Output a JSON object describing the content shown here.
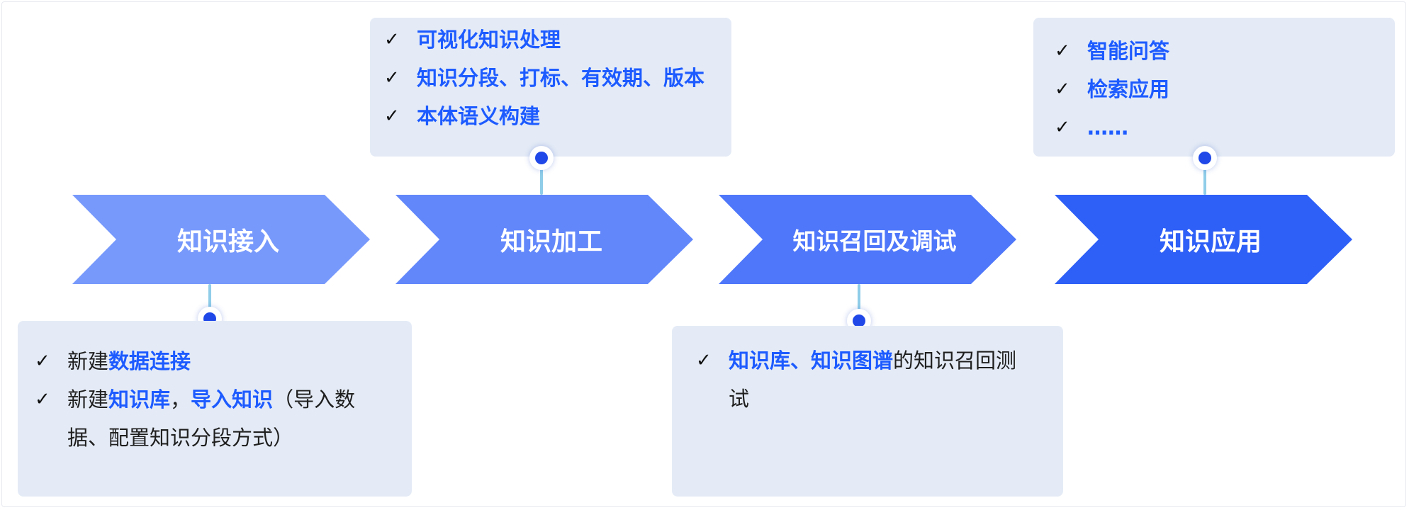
{
  "steps": [
    {
      "label": "知识接入",
      "color": "#7799fc"
    },
    {
      "label": "知识加工",
      "color": "#6287fb"
    },
    {
      "label": "知识召回及调试",
      "color": "#4e77fa"
    },
    {
      "label": "知识应用",
      "color": "#2e5ff7"
    }
  ],
  "panel_access": {
    "items": [
      {
        "plain1": "新建",
        "hl1": "数据连接"
      },
      {
        "plain1": "新建",
        "hl1": "知识库",
        "plain2": "，",
        "hl2": "导入知识",
        "plain3": "（导入数据、配置知识分段方式）"
      }
    ]
  },
  "panel_processing": {
    "items": [
      "可视化知识处理",
      "知识分段、打标、有效期、版本",
      "本体语义构建"
    ]
  },
  "panel_recall": {
    "items": [
      {
        "hl1": "知识库、知识图谱",
        "plain1": "的知识召回测试"
      }
    ]
  },
  "panel_application": {
    "items": [
      "智能问答",
      "检索应用",
      "……"
    ]
  },
  "check_symbol": "✓"
}
